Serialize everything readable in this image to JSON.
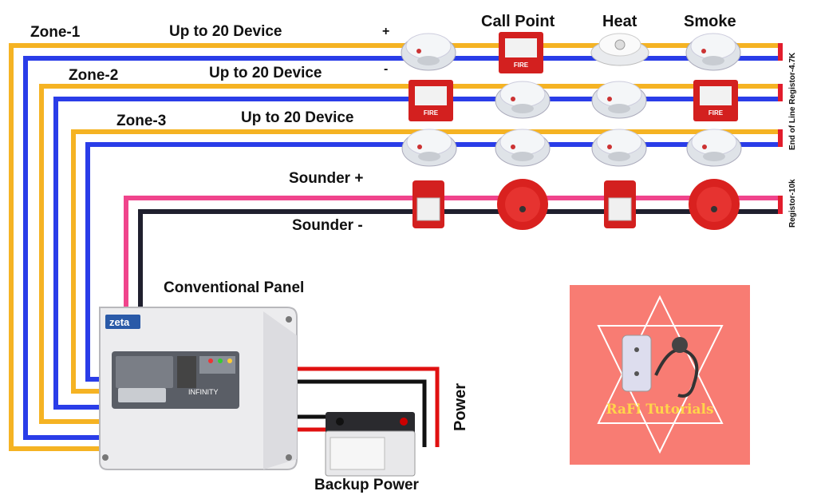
{
  "zones": [
    {
      "name": "Zone-1",
      "capacity": "Up to 20 Device"
    },
    {
      "name": "Zone-2",
      "capacity": "Up to 20 Device"
    },
    {
      "name": "Zone-3",
      "capacity": "Up to 20 Device"
    }
  ],
  "polarity": {
    "plus": "+",
    "minus": "-"
  },
  "device_headers": [
    "Call Point",
    "Heat",
    "Smoke"
  ],
  "sounder": {
    "plus": "Sounder +",
    "minus": "Sounder -"
  },
  "eol": {
    "zones": "End of Line Registor-4.7K",
    "sounder": "Registor-10k"
  },
  "panel": {
    "title": "Conventional Panel",
    "brand": "zeta",
    "model": "INFINITY"
  },
  "call_point_text": "FIRE",
  "battery_label": "Backup Power",
  "power_label": "Power",
  "logo_text": "RaFi Tutorials",
  "colors": {
    "zone_plus": "#f5b323",
    "zone_minus": "#2a3de8",
    "sounder_plus": "#f0448c",
    "sounder_minus": "#1f1f2e",
    "logo_bg": "#f87c73",
    "power_red": "#e01010"
  }
}
